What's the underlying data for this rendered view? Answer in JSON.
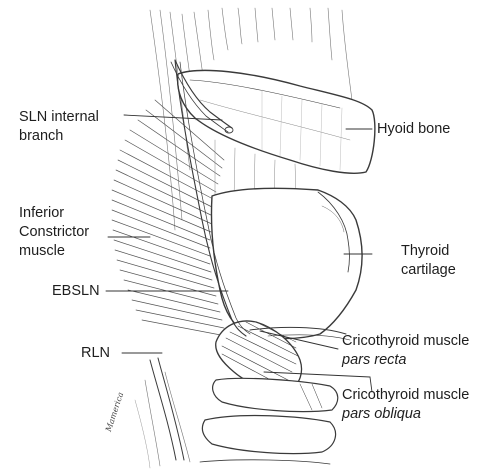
{
  "labels": {
    "sln_internal": {
      "line1": "SLN internal",
      "line2": "branch"
    },
    "hyoid": {
      "line1": "Hyoid bone"
    },
    "inferior_constrictor": {
      "line1": "Inferior",
      "line2": "Constrictor",
      "line3": "muscle"
    },
    "thyroid": {
      "line1": "Thyroid",
      "line2": "cartilage"
    },
    "ebsln": {
      "line1": "EBSLN"
    },
    "cricothyroid_recta": {
      "line1": "Cricothyroid muscle",
      "line2": "pars recta"
    },
    "rln": {
      "line1": "RLN"
    },
    "cricothyroid_obliqua": {
      "line1": "Cricothyroid muscle",
      "line2": "pars obliqua"
    }
  },
  "signature": "Mamerica",
  "colors": {
    "ink": "#3a3a3a",
    "fill": "#ffffff",
    "background": "#ffffff"
  }
}
